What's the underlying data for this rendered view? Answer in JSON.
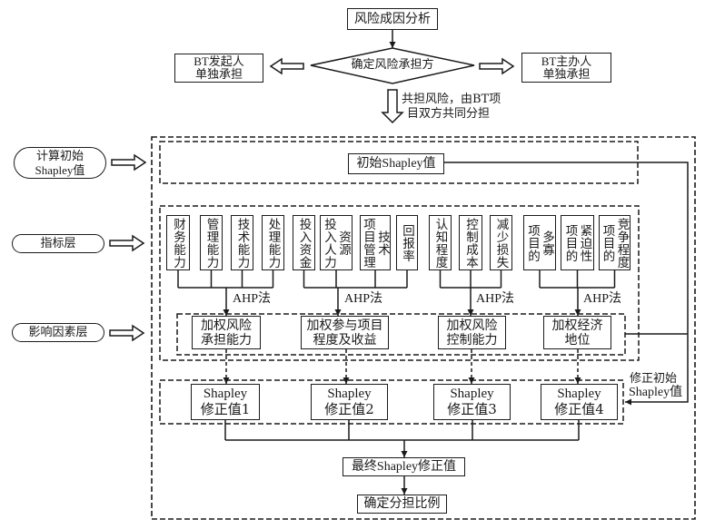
{
  "title_flow": {
    "analysis": "风险成因分析",
    "decision": "确定风险承担方",
    "left_outcome": {
      "line1": "BT发起人",
      "line2": "单独承担"
    },
    "right_outcome": {
      "line1": "BT主办人",
      "line2": "单独承担"
    },
    "shared_note": {
      "line1": "共担风险，由BT项",
      "line2": "目双方共同分担"
    }
  },
  "side_labels": {
    "initial": {
      "line1": "计算初始",
      "line2": "Shapley值"
    },
    "indicator": "指标层",
    "influence": "影响因素层"
  },
  "initial_value": "初始Shapley值",
  "indicators": {
    "groups": [
      {
        "items": [
          {
            "columns": [
              "财务能力"
            ]
          },
          {
            "columns": [
              "管理能力"
            ]
          },
          {
            "columns": [
              "技术能力"
            ]
          },
          {
            "columns": [
              "处理能力"
            ]
          }
        ]
      },
      {
        "items": [
          {
            "columns": [
              "投入资金"
            ]
          },
          {
            "columns": [
              "投入人力",
              "资源"
            ]
          },
          {
            "columns": [
              "项目管理",
              "技术"
            ]
          },
          {
            "columns": [
              "回报率"
            ]
          }
        ]
      },
      {
        "items": [
          {
            "columns": [
              "认知程度"
            ]
          },
          {
            "columns": [
              "控制成本"
            ]
          },
          {
            "columns": [
              "减少损失"
            ]
          }
        ]
      },
      {
        "items": [
          {
            "columns": [
              "项目的",
              "多寡"
            ]
          },
          {
            "columns": [
              "项目的",
              "紧迫性"
            ]
          },
          {
            "columns": [
              "项目的",
              "竞争程度"
            ]
          }
        ]
      }
    ]
  },
  "method_label": [
    "AHP法",
    "AHP法",
    "AHP法",
    "AHP法"
  ],
  "factors": [
    {
      "line1": "加权风险",
      "line2": "承担能力"
    },
    {
      "line1": "加权参与项目",
      "line2": "程度及收益"
    },
    {
      "line1": "加权风险",
      "line2": "控制能力"
    },
    {
      "line1": "加权经济",
      "line2": "地位"
    }
  ],
  "corrections": [
    {
      "line1": "Shapley",
      "line2": "修正值1"
    },
    {
      "line1": "Shapley",
      "line2": "修正值2"
    },
    {
      "line1": "Shapley",
      "line2": "修正值3"
    },
    {
      "line1": "Shapley",
      "line2": "修正值4"
    }
  ],
  "feedback_label": {
    "line1": "修正初始",
    "line2": "Shapley值"
  },
  "final_value": "最终Shapley修正值",
  "allocation": "确定分担比例"
}
